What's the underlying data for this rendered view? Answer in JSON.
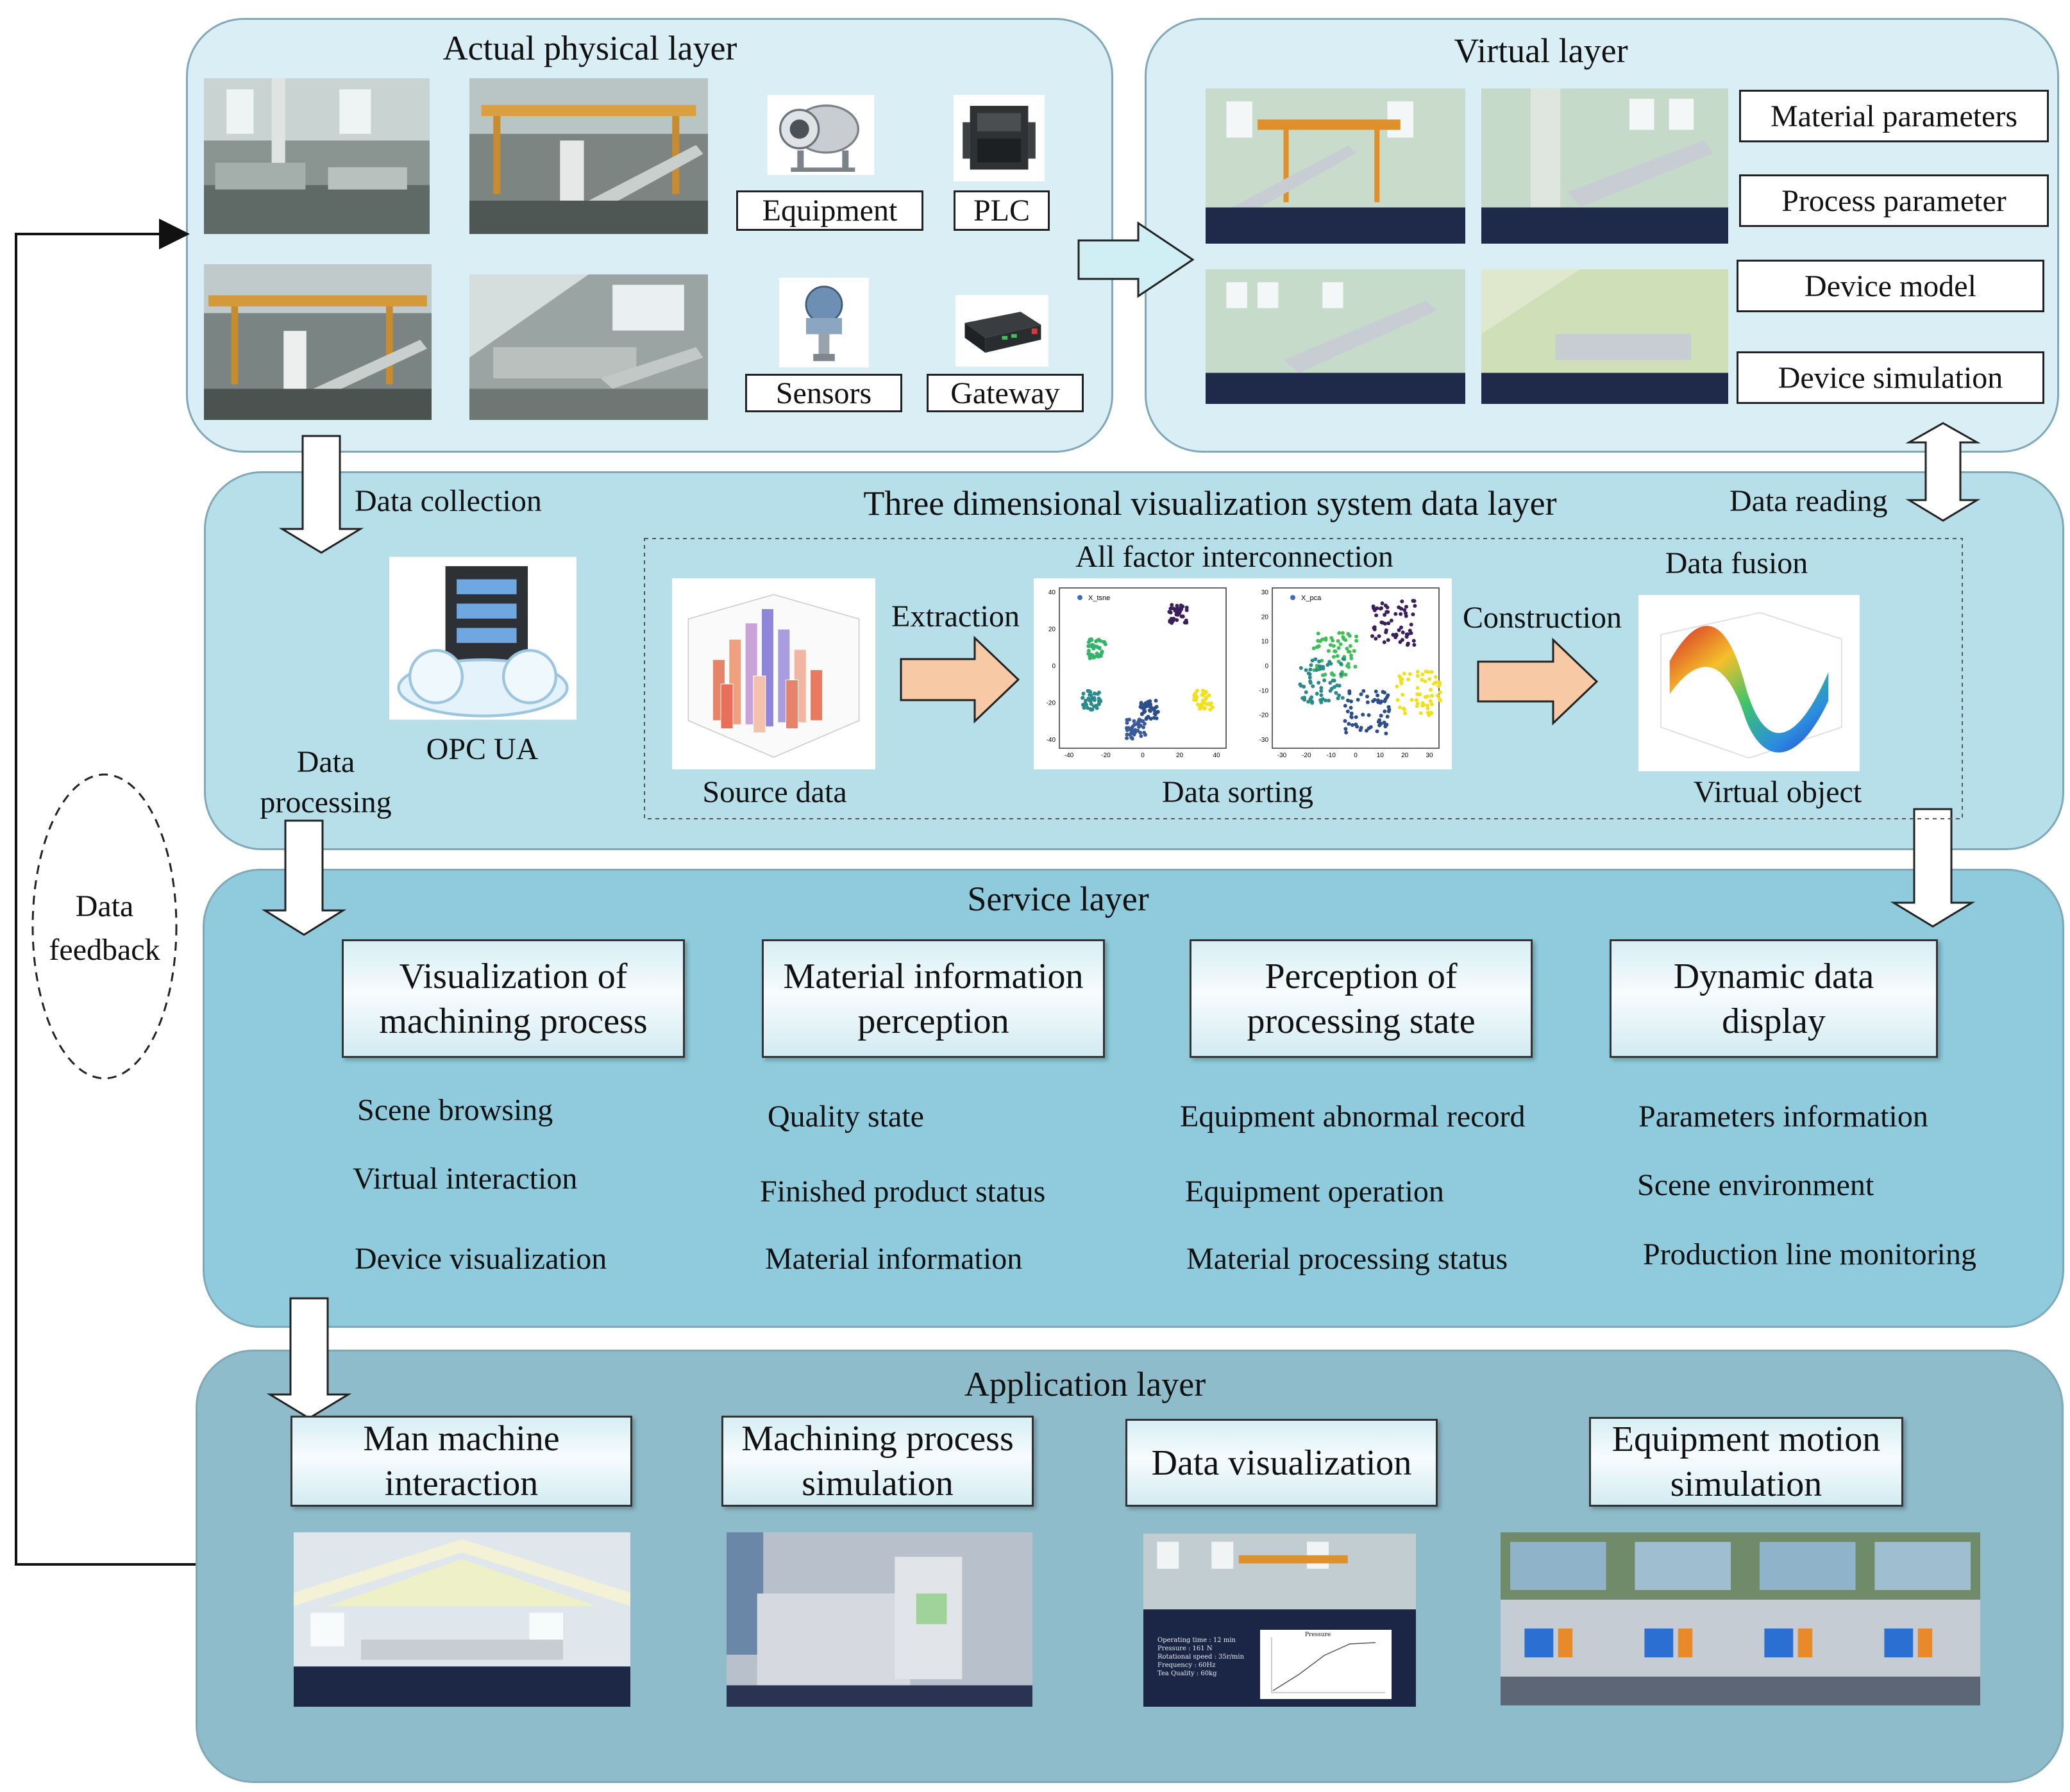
{
  "physical": {
    "title": "Actual physical layer",
    "equipment": "Equipment",
    "plc": "PLC",
    "sensors": "Sensors",
    "gateway": "Gateway"
  },
  "virtual": {
    "title": "Virtual layer",
    "items": [
      "Material parameters",
      "Process parameter",
      "Device model",
      "Device simulation"
    ]
  },
  "data_layer": {
    "title": "Three dimensional visualization system data layer",
    "data_collection": "Data collection",
    "data_reading": "Data reading",
    "opc": "OPC UA",
    "data_processing_1": "Data",
    "data_processing_2": "processing",
    "all_factor": "All factor interconnection",
    "extraction": "Extraction",
    "construction": "Construction",
    "data_fusion": "Data fusion",
    "source_data": "Source data",
    "data_sorting": "Data sorting",
    "virtual_object": "Virtual object",
    "plot1_legend": "X_tsne",
    "plot2_legend": "X_pca",
    "plot1_yticks": [
      "40",
      "20",
      "0",
      "-20",
      "-40"
    ],
    "plot1_xticks": [
      "-40",
      "-20",
      "0",
      "20",
      "40"
    ],
    "plot2_yticks": [
      "30",
      "20",
      "10",
      "0",
      "-10",
      "-20",
      "-30"
    ],
    "plot2_xticks": [
      "-30",
      "-20",
      "-10",
      "0",
      "10",
      "20",
      "30"
    ]
  },
  "feedback": {
    "line1": "Data",
    "line2": "feedback"
  },
  "service": {
    "title": "Service layer",
    "boxes": [
      {
        "label": "Visualization of\nmachining process",
        "items": [
          "Scene browsing",
          "Virtual interaction",
          "Device visualization"
        ]
      },
      {
        "label": "Material information\nperception",
        "items": [
          "Quality state",
          "Finished product status",
          "Material information"
        ]
      },
      {
        "label": "Perception of\nprocessing state",
        "items": [
          "Equipment abnormal record",
          "Equipment operation",
          "Material processing status"
        ]
      },
      {
        "label": "Dynamic data\ndisplay",
        "items": [
          "Parameters information",
          "Scene environment",
          "Production line monitoring"
        ]
      }
    ]
  },
  "application": {
    "title": "Application layer",
    "boxes": [
      "Man machine\ninteraction",
      "Machining process\nsimulation",
      "Data visualization",
      "Equipment motion\nsimulation"
    ],
    "overlay_lines": [
      "Operating time : 12 min",
      "Pressure : 161 N",
      "Rotational speed : 35r/min",
      "Frequency : 60Hz",
      "Tea Quality : 60kg"
    ],
    "overlay_chart_title": "Pressure"
  },
  "colors": {
    "physical_bg": "#d9eff5",
    "data_bg": "#b6dfe9",
    "service_bg": "#8fcbdc",
    "app_bg": "#8fbccb",
    "arrow_fill": "#cfeff4",
    "orange_arrow": "#f7c9a5"
  }
}
